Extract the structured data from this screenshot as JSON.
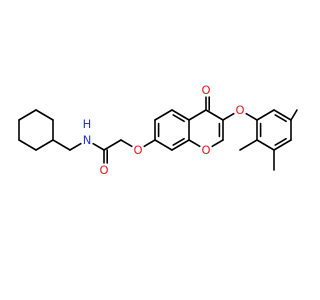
{
  "molecule": {
    "atom_labels": [
      {
        "id": "N1",
        "text": "N",
        "color": "#2633d8"
      },
      {
        "id": "H1",
        "text": "H",
        "color": "#2633d8"
      },
      {
        "id": "O_amide",
        "text": "O",
        "color": "#e01b1b"
      },
      {
        "id": "O_ether1",
        "text": "O",
        "color": "#e01b1b"
      },
      {
        "id": "O_ketone",
        "text": "O",
        "color": "#e01b1b"
      },
      {
        "id": "O_ring",
        "text": "O",
        "color": "#e01b1b"
      },
      {
        "id": "O_ether2",
        "text": "O",
        "color": "#e01b1b"
      }
    ]
  }
}
